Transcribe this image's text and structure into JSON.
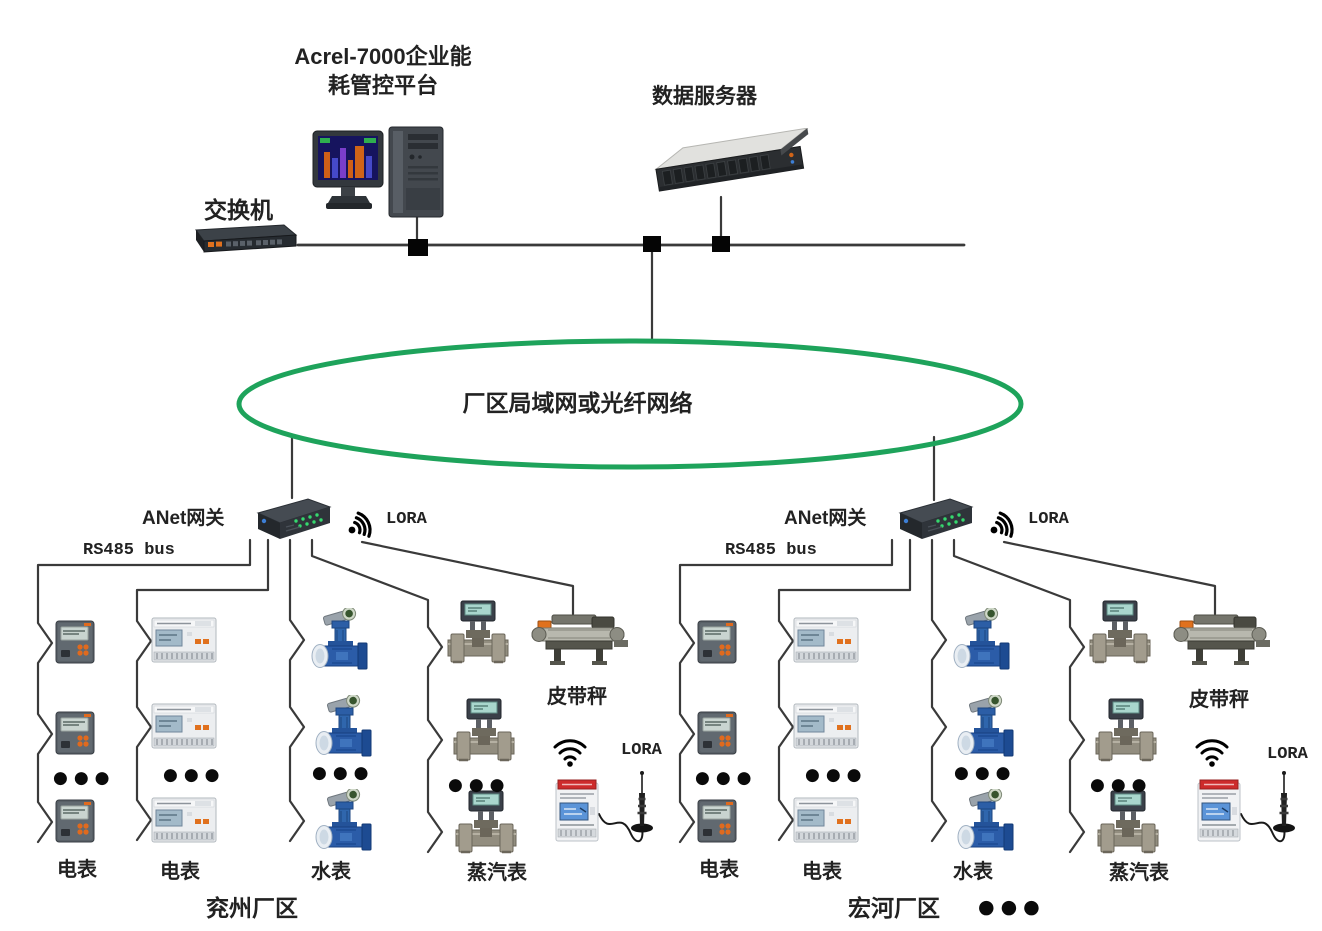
{
  "header": {
    "platform_title_line1": "Acrel-7000企业能",
    "platform_title_line2": "耗管控平台",
    "data_server_label": "数据服务器",
    "switch_label": "交换机"
  },
  "network_ring": {
    "label": "厂区局域网或光纤网络",
    "color": "#1ea35b"
  },
  "glyphs": {
    "ellipsis_dots": "●●●"
  },
  "factories": [
    {
      "name": "兖州厂区",
      "gateway_label": "ANet网关",
      "gateway_wireless_label": "LORA",
      "fieldbus_label": "RS485 bus",
      "meter_columns": [
        {
          "label": "电表"
        },
        {
          "label": "电表"
        },
        {
          "label": "水表"
        },
        {
          "label": "蒸汽表"
        }
      ],
      "belt_scale_label": "皮带秤",
      "remote_wireless_label": "LORA",
      "has_more_ellipsis": false
    },
    {
      "name": "宏河厂区",
      "gateway_label": "ANet网关",
      "gateway_wireless_label": "LORA",
      "fieldbus_label": "RS485 bus",
      "meter_columns": [
        {
          "label": "电表"
        },
        {
          "label": "电表"
        },
        {
          "label": "水表"
        },
        {
          "label": "蒸汽表"
        }
      ],
      "belt_scale_label": "皮带秤",
      "remote_wireless_label": "LORA",
      "has_more_ellipsis": true
    }
  ]
}
